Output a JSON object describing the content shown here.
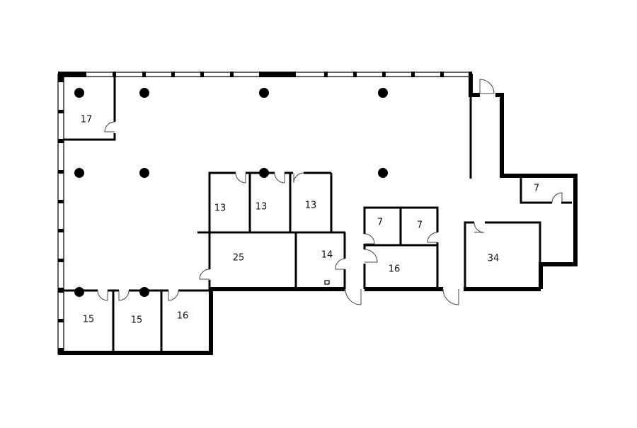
{
  "plan": {
    "colors": {
      "wall": "#000000",
      "background": "#ffffff"
    },
    "rooms": [
      {
        "id": "room-17",
        "label": "17"
      },
      {
        "id": "room-13a",
        "label": "13"
      },
      {
        "id": "room-13b",
        "label": "13"
      },
      {
        "id": "room-13c",
        "label": "13"
      },
      {
        "id": "room-25",
        "label": "25"
      },
      {
        "id": "room-14",
        "label": "14"
      },
      {
        "id": "room-7a",
        "label": "7"
      },
      {
        "id": "room-7b",
        "label": "7"
      },
      {
        "id": "room-16a",
        "label": "16"
      },
      {
        "id": "room-7c",
        "label": "7"
      },
      {
        "id": "room-34",
        "label": "34"
      },
      {
        "id": "room-15a",
        "label": "15"
      },
      {
        "id": "room-15b",
        "label": "15"
      },
      {
        "id": "room-16b",
        "label": "16"
      }
    ]
  }
}
